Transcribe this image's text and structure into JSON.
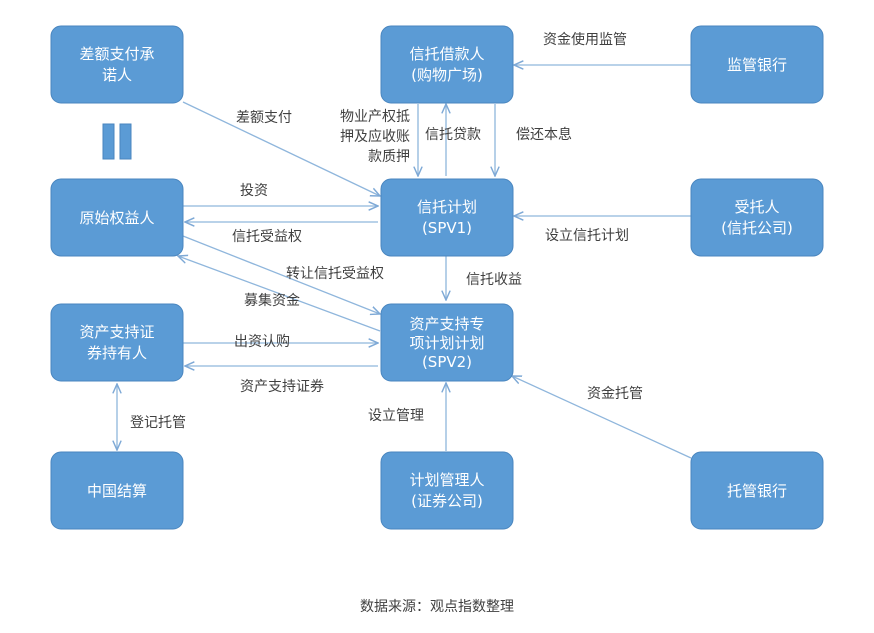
{
  "colors": {
    "box_fill": "#5B9BD5",
    "box_stroke": "#4A86BF",
    "arrow": "#8FB6DC",
    "text_dark": "#404040",
    "text_light": "#ffffff"
  },
  "nodes": {
    "differential_guarantor": [
      "差额支付承",
      "诺人"
    ],
    "trust_borrower": [
      "信托借款人",
      "(购物广场)"
    ],
    "supervising_bank": [
      "监管银行"
    ],
    "original_beneficiary": [
      "原始权益人"
    ],
    "trust_plan": [
      "信托计划",
      "(SPV1)"
    ],
    "trustee": [
      "受托人",
      "(信托公司)"
    ],
    "abs_holder": [
      "资产支持证",
      "券持有人"
    ],
    "special_plan": [
      "资产支持专",
      "项计划计划",
      "(SPV2)"
    ],
    "chinaclear": [
      "中国结算"
    ],
    "plan_manager": [
      "计划管理人",
      "(证券公司)"
    ],
    "custodian_bank": [
      "托管银行"
    ]
  },
  "edges": {
    "fund_supervision": [
      "资金使用监管"
    ],
    "differential_payment": [
      "差额支付"
    ],
    "property_pledge": [
      "物业产权抵",
      "押及应收账",
      "款质押"
    ],
    "trust_loan": [
      "信托贷款"
    ],
    "principal_interest": [
      "偿还本息"
    ],
    "investment": [
      "投资"
    ],
    "trust_beneficial_right": [
      "信托受益权"
    ],
    "establish_trust": [
      "设立信托计划"
    ],
    "transfer_right": [
      "转让信托受益权"
    ],
    "trust_income": [
      "信托收益"
    ],
    "raise_funds": [
      "募集资金"
    ],
    "subscription": [
      "出资认购"
    ],
    "abs_securities": [
      "资产支持证券"
    ],
    "registration_custody": [
      "登记托管"
    ],
    "establish_management": [
      "设立管理"
    ],
    "fund_custody": [
      "资金托管"
    ]
  },
  "source": "数据来源：观点指数整理"
}
